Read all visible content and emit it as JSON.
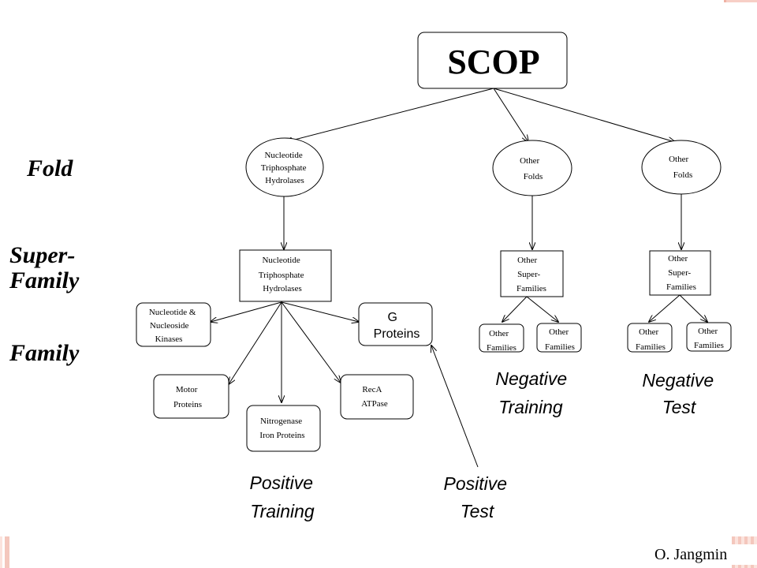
{
  "root": {
    "label": "SCOP"
  },
  "levels": {
    "fold": "Fold",
    "superfamily": "Super-\nFamily",
    "family": "Family"
  },
  "folds": [
    {
      "id": "ntp-fold",
      "lines": [
        "Nucleotide",
        "Triphosphate",
        "Hydrolases"
      ]
    },
    {
      "id": "other-folds-1",
      "lines": [
        "Other",
        "Folds"
      ]
    },
    {
      "id": "other-folds-2",
      "lines": [
        "Other",
        "Folds"
      ]
    }
  ],
  "superfamilies": [
    {
      "id": "ntp-superfamily",
      "lines": [
        "Nucleotide",
        "Triphosphate",
        "Hydrolases"
      ]
    },
    {
      "id": "other-superfamilies-1",
      "lines": [
        "Other",
        "Super-",
        "Families"
      ]
    },
    {
      "id": "other-superfamilies-2",
      "lines": [
        "Other",
        "Super-",
        "Families"
      ]
    }
  ],
  "families": [
    {
      "id": "nucleotide-nucleoside-kinases",
      "lines": [
        "Nucleotide &",
        "Nucleoside",
        "Kinases"
      ]
    },
    {
      "id": "g-proteins",
      "lines": [
        "G",
        "Proteins"
      ]
    },
    {
      "id": "motor-proteins",
      "lines": [
        "Motor",
        "Proteins"
      ]
    },
    {
      "id": "nitrogenase-iron-proteins",
      "lines": [
        "Nitrogenase",
        "Iron Proteins"
      ]
    },
    {
      "id": "reca-atpase",
      "lines": [
        "RecA",
        "ATPase"
      ]
    },
    {
      "id": "other-families-1a",
      "lines": [
        "Other",
        "Families"
      ]
    },
    {
      "id": "other-families-1b",
      "lines": [
        "Other",
        "Families"
      ]
    },
    {
      "id": "other-families-2a",
      "lines": [
        "Other",
        "Families"
      ]
    },
    {
      "id": "other-families-2b",
      "lines": [
        "Other",
        "Families"
      ]
    }
  ],
  "captions": {
    "positive_training": [
      "Positive",
      "Training"
    ],
    "positive_test": [
      "Positive",
      "Test"
    ],
    "negative_training": [
      "Negative",
      "Training"
    ],
    "negative_test": [
      "Negative",
      "Test"
    ]
  },
  "author": "O. Jangmin"
}
